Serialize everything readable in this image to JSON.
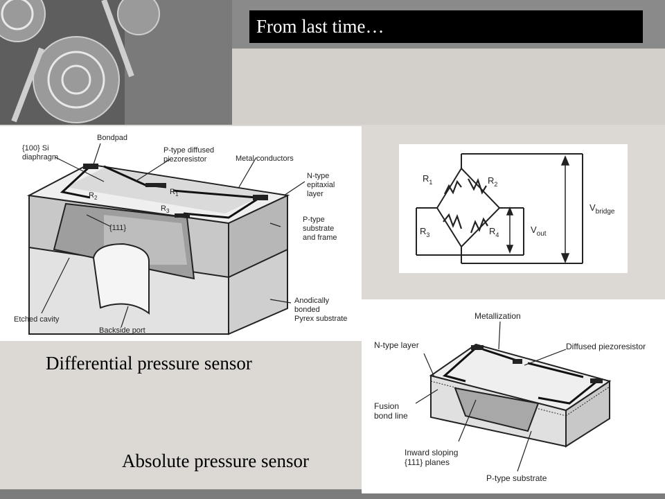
{
  "slide": {
    "title": "From last time…",
    "caption_differential": "Differential pressure sensor",
    "caption_absolute": "Absolute pressure sensor"
  },
  "differential_diagram": {
    "labels": {
      "bondpad": "Bondpad",
      "si_diaphragm_1": "{100} Si",
      "si_diaphragm_2": "diaphragm",
      "ptype_1": "P-type diffused",
      "ptype_2": "piezoresistor",
      "metal": "Metal conductors",
      "ntype_1": "N-type",
      "ntype_2": "epitaxial",
      "ntype_3": "layer",
      "r2": "R",
      "r2_sub": "2",
      "r1": "R",
      "r1_sub": "1",
      "r3": "R",
      "r3_sub": "3",
      "plane111": "{111}",
      "psub_1": "P-type",
      "psub_2": "substrate",
      "psub_3": "and frame",
      "anod_1": "Anodically",
      "anod_2": "bonded",
      "anod_3": "Pyrex substrate",
      "etched": "Etched cavity",
      "backside": "Backside port"
    }
  },
  "bridge_diagram": {
    "r1": "R",
    "r1_sub": "1",
    "r2": "R",
    "r2_sub": "2",
    "r3": "R",
    "r3_sub": "3",
    "r4": "R",
    "r4_sub": "4",
    "vout": "V",
    "vout_sub": "out",
    "vbridge": "V",
    "vbridge_sub": "bridge"
  },
  "absolute_diagram": {
    "labels": {
      "metallization": "Metallization",
      "ntype": "N-type layer",
      "diffused": "Diffused piezoresistor",
      "fusion_1": "Fusion",
      "fusion_2": "bond line",
      "inward_1": "Inward sloping",
      "inward_2": "{111} planes",
      "ptype": "P-type substrate"
    }
  },
  "colors": {
    "title_bg": "#000000",
    "title_fg": "#ffffff",
    "slide_bg": "#dcd8d4"
  }
}
